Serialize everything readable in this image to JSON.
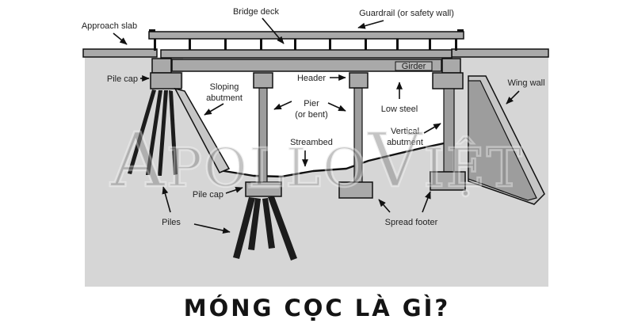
{
  "title": "MÓNG CỌC LÀ GÌ?",
  "diagram": {
    "watermark": "ApolloViệt",
    "labels": {
      "bridge_deck": "Bridge deck",
      "guardrail": "Guardrail (or safety wall)",
      "approach_slab": "Approach slab",
      "pile_cap_left": "Pile cap",
      "sloping_abutment_line1": "Sloping",
      "sloping_abutment_line2": "abutment",
      "header": "Header",
      "girder": "Girder",
      "pier_line1": "Pier",
      "pier_line2": "(or bent)",
      "low_steel": "Low steel",
      "streambed": "Streambed",
      "vertical_abutment_line1": "Vertical",
      "vertical_abutment_line2": "abutment",
      "wing_wall": "Wing wall",
      "pile_cap_center": "Pile cap",
      "piles": "Piles",
      "spread_footer": "Spread footer"
    },
    "colors": {
      "background": "#ffffff",
      "diagram_bg": "#d6d6d6",
      "structure": "#a9a9a9",
      "structure_light": "#c6c6c6",
      "structure_dark": "#9d9d9d",
      "pile": "#1c1c1c",
      "line": "#111111",
      "title": "#141414",
      "watermark": "#8a8a8a"
    }
  }
}
